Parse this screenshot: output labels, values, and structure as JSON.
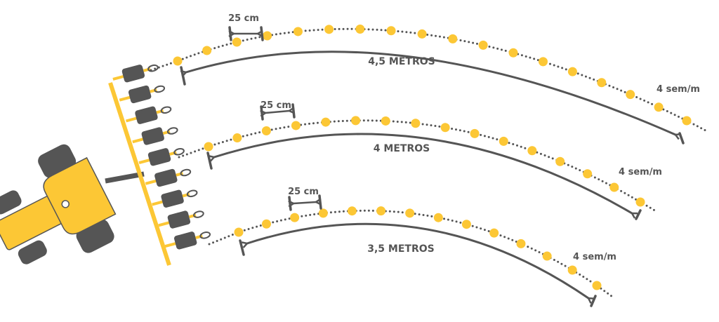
{
  "colors": {
    "seed": "#fcc735",
    "machine": "#fcc735",
    "dark": "#555555"
  },
  "rows": [
    {
      "spacing_label": "25 cm",
      "width_label": "4,5 METROS",
      "density_label": "4 sem/m",
      "seed_count": 18
    },
    {
      "spacing_label": "25 cm",
      "width_label": "4 METROS",
      "density_label": "4 sem/m",
      "seed_count": 16
    },
    {
      "spacing_label": "25 cm",
      "width_label": "3,5 METROS",
      "density_label": "4 sem/m",
      "seed_count": 14
    }
  ],
  "planter_units": 9
}
